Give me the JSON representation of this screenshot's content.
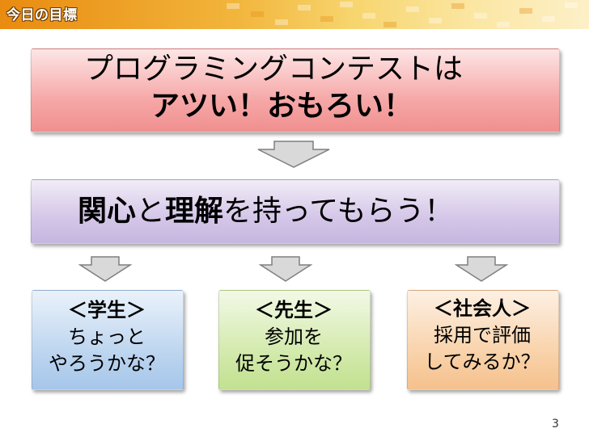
{
  "slide": {
    "title": "今日の目標",
    "page_number": "3"
  },
  "main_box": {
    "line1": "プログラミングコンテストは",
    "line2": "アツい！おもろい！"
  },
  "goal_box": {
    "part1": "関心",
    "part2": "と",
    "part3": "理解",
    "part4": "を持ってもらう！"
  },
  "audiences": [
    {
      "heading": "＜学生＞",
      "line1": "ちょっと",
      "line2": "やろうかな？",
      "color": "#b8d2ee"
    },
    {
      "heading": "＜先生＞",
      "line1": "参加を",
      "line2": "促そうかな？",
      "color": "#cfe8a6"
    },
    {
      "heading": "＜社会人＞",
      "line1": "採用で評価",
      "line2": "してみるか？",
      "color": "#f8cfa4"
    }
  ],
  "colors": {
    "title_bar": "#e98b10",
    "main_box": "#f6a8a8",
    "goal_box": "#d4c6e8",
    "arrow": "#d9d9d9"
  }
}
